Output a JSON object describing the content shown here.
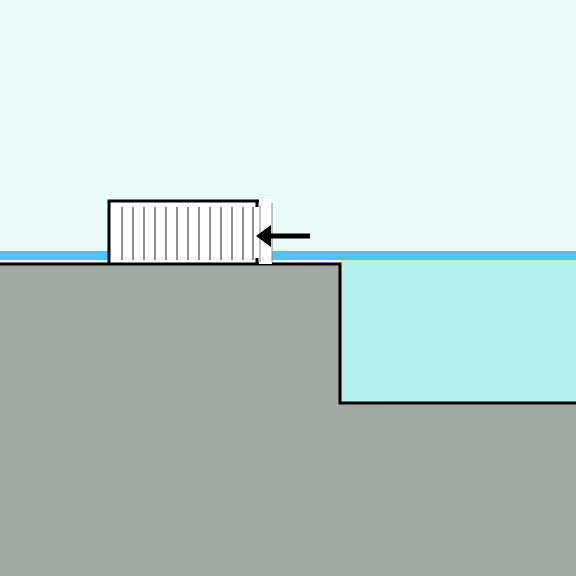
{
  "scene": {
    "colors": {
      "sky": "#eafbf8",
      "ground": "#a2a8a2",
      "water_surface": "#4ec2f0",
      "pool_water": "#b4f1ea",
      "outline": "#000000",
      "box_fill": "#ffffff",
      "box_stripes": "#202020",
      "box_edge_faded": "#8a8a8a",
      "arrow": "#000000"
    },
    "elements": {
      "ground": "ground-block",
      "pool": "water-pool",
      "box": "striped-box",
      "arrow": "left-arrow"
    }
  }
}
